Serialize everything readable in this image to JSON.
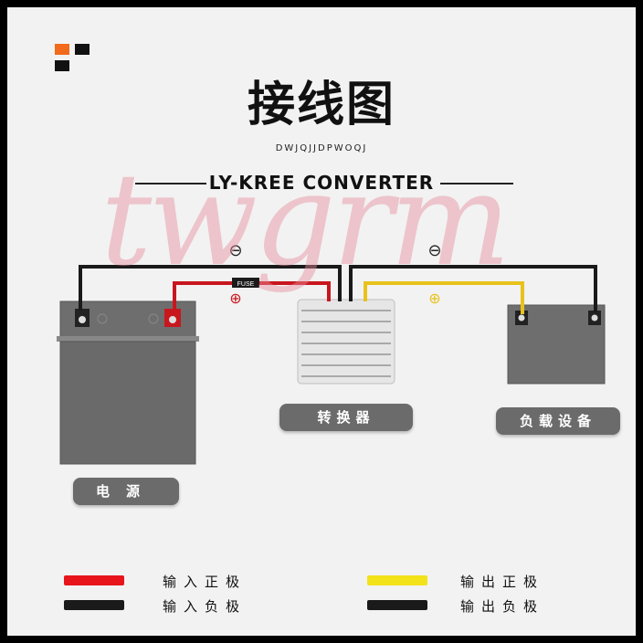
{
  "title": "接线图",
  "subtitle": "DWJQJJDPWOQJ",
  "converter_title": "LY-KREE CONVERTER",
  "watermark": "twgrm",
  "fuse_label": "FUSE",
  "polarity": {
    "neg": "⊖",
    "pos": "⊕"
  },
  "labels": {
    "converter": "转换器",
    "load": "负载设备",
    "power": "电源"
  },
  "legend": [
    {
      "label": "输入正极",
      "color": "#e8141c"
    },
    {
      "label": "输入负极",
      "color": "#1a1a1a"
    },
    {
      "label": "输出正极",
      "color": "#f2e21a"
    },
    {
      "label": "输出负极",
      "color": "#1a1a1a"
    }
  ],
  "colors": {
    "logo_orange": "#f26a1b",
    "logo_black": "#111111",
    "wire_red": "#c8161e",
    "wire_black": "#1a1a1a",
    "wire_yellow": "#e8c21a"
  }
}
